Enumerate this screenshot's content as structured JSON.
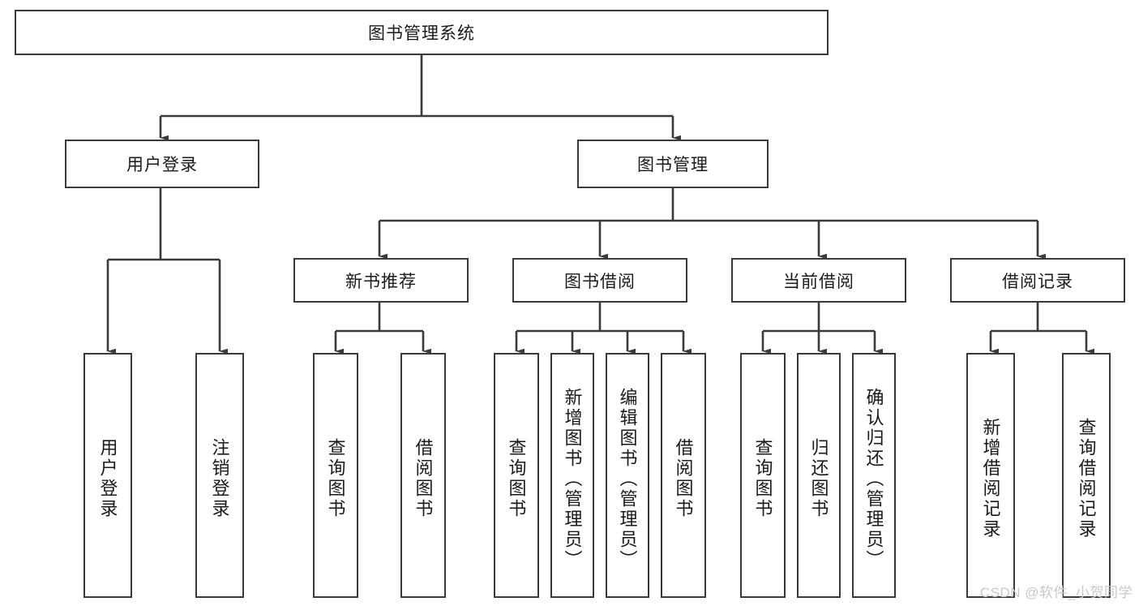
{
  "diagram": {
    "type": "tree-hierarchy",
    "title": "图书管理系统",
    "root": {
      "label": "图书管理系统"
    },
    "level2": [
      {
        "label": "用户登录"
      },
      {
        "label": "图书管理"
      }
    ],
    "level3": [
      {
        "label": "新书推荐"
      },
      {
        "label": "图书借阅"
      },
      {
        "label": "当前借阅"
      },
      {
        "label": "借阅记录"
      }
    ],
    "leaves": [
      {
        "label": "用户登录",
        "parent": "用户登录"
      },
      {
        "label": "注销登录",
        "parent": "用户登录"
      },
      {
        "label": "查询图书",
        "parent": "新书推荐"
      },
      {
        "label": "借阅图书",
        "parent": "新书推荐"
      },
      {
        "label": "查询图书",
        "parent": "图书借阅"
      },
      {
        "label": "新增图书（管理员）",
        "parent": "图书借阅"
      },
      {
        "label": "编辑图书（管理员）",
        "parent": "图书借阅"
      },
      {
        "label": "借阅图书",
        "parent": "图书借阅"
      },
      {
        "label": "查询图书",
        "parent": "当前借阅"
      },
      {
        "label": "归还图书",
        "parent": "当前借阅"
      },
      {
        "label": "确认归还（管理员）",
        "parent": "当前借阅"
      },
      {
        "label": "新增借阅记录",
        "parent": "借阅记录"
      },
      {
        "label": "查询借阅记录",
        "parent": "借阅记录"
      }
    ]
  },
  "watermark": {
    "text": "CSDN @软件_小贺同学"
  },
  "colors": {
    "stroke": "#3a3a3a",
    "fill": "#ffffff",
    "text": "#1a1a1a",
    "watermark": "#c9c9c9"
  }
}
